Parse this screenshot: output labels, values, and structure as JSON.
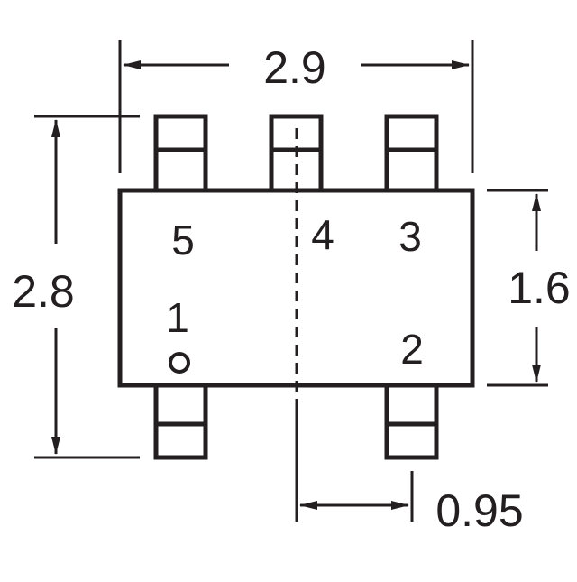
{
  "dimensions": {
    "width": "2.9",
    "height": "2.8",
    "body_height": "1.6",
    "pitch": "0.95"
  },
  "pins": {
    "p1": "1",
    "p2": "2",
    "p3": "3",
    "p4": "4",
    "p5": "5"
  },
  "colors": {
    "ink": "#231f20",
    "background": "#ffffff"
  }
}
